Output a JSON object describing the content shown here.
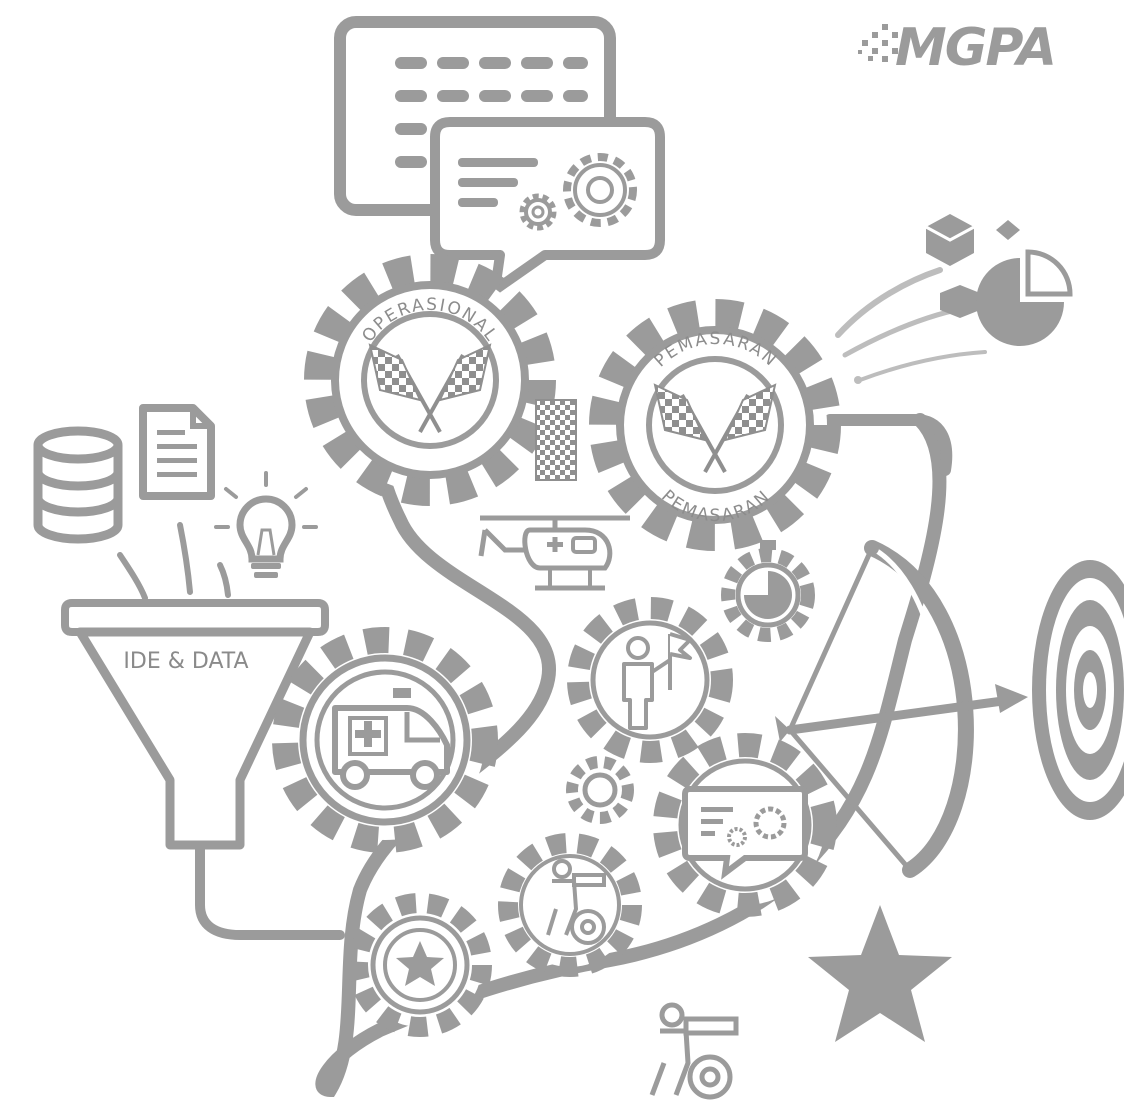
{
  "logo": {
    "text": "MGPA"
  },
  "funnel": {
    "label": "IDE & DATA"
  },
  "gears": {
    "operasional": {
      "label": "OPERASIONAL"
    },
    "pemasaran_top": {
      "label": "PEMASARAN"
    },
    "pemasaran_bottom": {
      "label": "PEMASARAN"
    }
  },
  "colors": {
    "primary": "#9b9b9b",
    "light": "#bdbdbd",
    "white": "#ffffff"
  },
  "icons": [
    "database-icon",
    "document-icon",
    "lightbulb-icon",
    "checkered-flags-icon",
    "helicopter-icon",
    "ambulance-icon",
    "mechanic-icon",
    "target-icon",
    "bow-arrow-icon",
    "star-icon",
    "pie-chart-icon",
    "cube-icon"
  ]
}
